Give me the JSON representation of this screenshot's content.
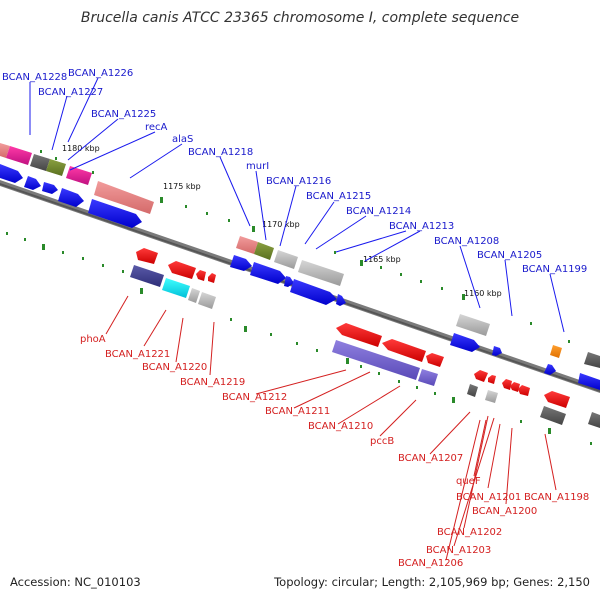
{
  "header": {
    "title": "Brucella canis ATCC 23365 chromosome I, complete sequence"
  },
  "footer": {
    "accession": "Accession: NC_010103",
    "summary": "Topology: circular; Length: 2,105,969 bp; Genes: 2,150"
  },
  "scale_labels": [
    "1180 kbp",
    "1175 kbp",
    "1170 kbp",
    "1165 kbp",
    "1160 kbp"
  ],
  "top_labels": [
    "BCAN_A1228",
    "BCAN_A1226",
    "BCAN_A1227",
    "BCAN_A1225",
    "recA",
    "alaS",
    "BCAN_A1218",
    "murI",
    "BCAN_A1216",
    "BCAN_A1215",
    "BCAN_A1214",
    "BCAN_A1213",
    "BCAN_A1208",
    "BCAN_A1205",
    "BCAN_A1199"
  ],
  "bottom_labels": [
    "phoA",
    "BCAN_A1221",
    "BCAN_A1220",
    "BCAN_A1219",
    "BCAN_A1212",
    "BCAN_A1211",
    "BCAN_A1210",
    "pccB",
    "BCAN_A1207",
    "queF",
    "BCAN_A1201",
    "BCAN_A1200",
    "BCAN_A1198",
    "BCAN_A1202",
    "BCAN_A1203",
    "BCAN_A1206"
  ],
  "colors": {
    "forward_cds": "#1a1aee",
    "reverse_cds": "#ee1111",
    "backbone": "#7a7a7a",
    "label_forward": "#1a1acc",
    "label_reverse": "#d42020",
    "tick": "#2a8a2a"
  }
}
